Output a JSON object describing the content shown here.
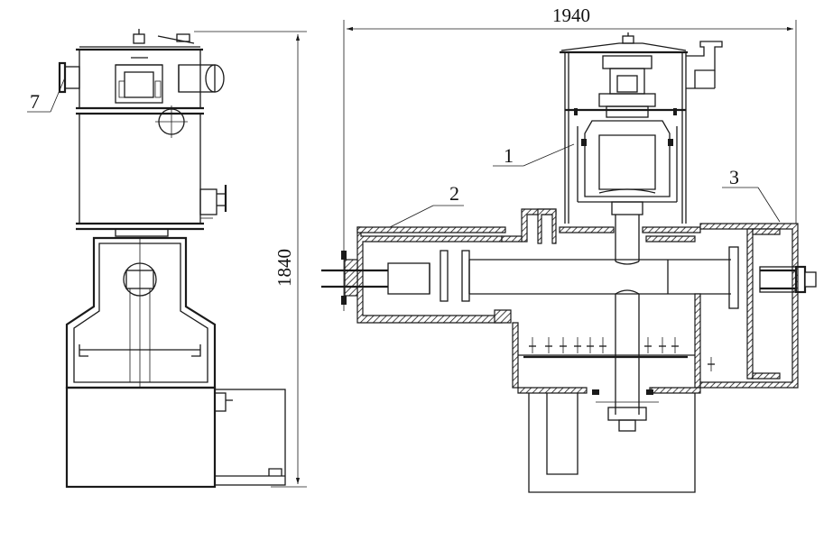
{
  "dimensions": {
    "width_label": "1940",
    "height_label": "1840"
  },
  "callouts": [
    {
      "label": "1"
    },
    {
      "label": "2"
    },
    {
      "label": "3"
    },
    {
      "label": "7"
    }
  ]
}
